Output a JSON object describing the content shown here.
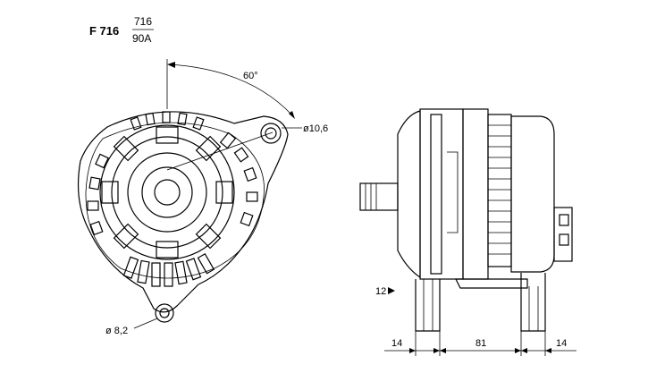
{
  "title": "F 716",
  "fraction": {
    "numerator": "716",
    "denominator": "90A"
  },
  "annotations": {
    "angle": "60°",
    "hole_top": "ø10,6",
    "hole_bottom": "ø 8,2",
    "offset": "12"
  },
  "dimensions": {
    "left": "14",
    "middle": "81",
    "right": "14"
  }
}
